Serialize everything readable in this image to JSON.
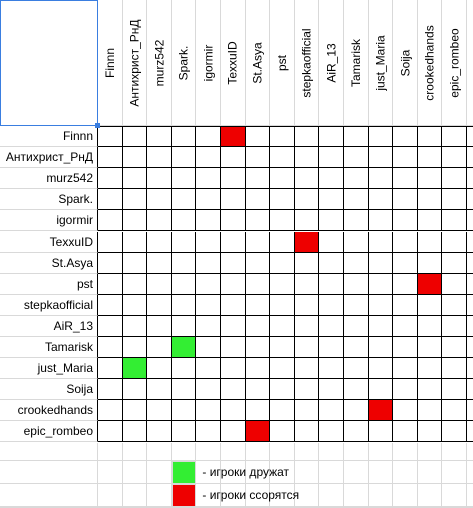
{
  "players": [
    "Finnn",
    "Антихрист_РнД",
    "murz542",
    "Spark.",
    "igormir",
    "TexxuID",
    "St.Asya",
    "pst",
    "stepkaofficial",
    "AiR_13",
    "Tamarisk",
    "just_Maria",
    "Soija",
    "crookedhands",
    "epic_rombeo"
  ],
  "marks": [
    {
      "row": 0,
      "col": 5,
      "status": "enemy"
    },
    {
      "row": 5,
      "col": 8,
      "status": "enemy"
    },
    {
      "row": 7,
      "col": 13,
      "status": "enemy"
    },
    {
      "row": 10,
      "col": 3,
      "status": "friend"
    },
    {
      "row": 11,
      "col": 1,
      "status": "friend"
    },
    {
      "row": 13,
      "col": 11,
      "status": "enemy"
    },
    {
      "row": 14,
      "col": 6,
      "status": "enemy"
    }
  ],
  "colors": {
    "friend": "#33ee33",
    "enemy": "#ee0000",
    "grid_inner": "#000000",
    "grid_outer": "#d9d9d9",
    "selection": "#3a7ee0"
  },
  "legend": {
    "friend_label": "- игроки дружат",
    "enemy_label": "- игроки ссорятся"
  }
}
